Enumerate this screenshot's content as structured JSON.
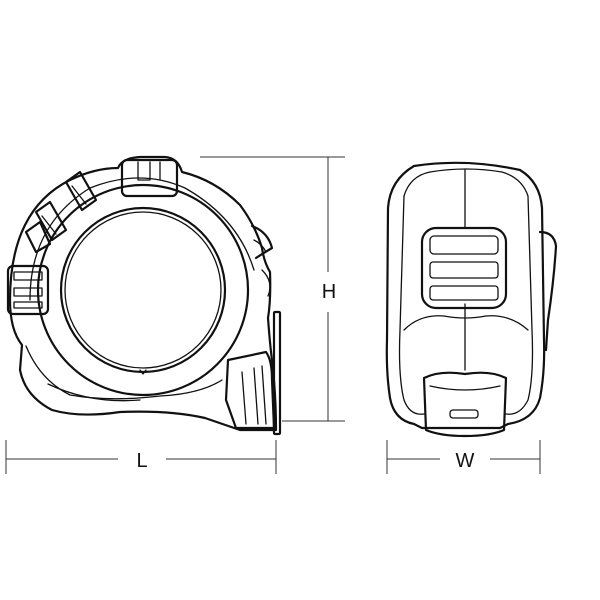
{
  "dimensions": {
    "length_label": "L",
    "height_label": "H",
    "width_label": "W"
  },
  "colors": {
    "line": "#111111",
    "background": "#ffffff"
  }
}
